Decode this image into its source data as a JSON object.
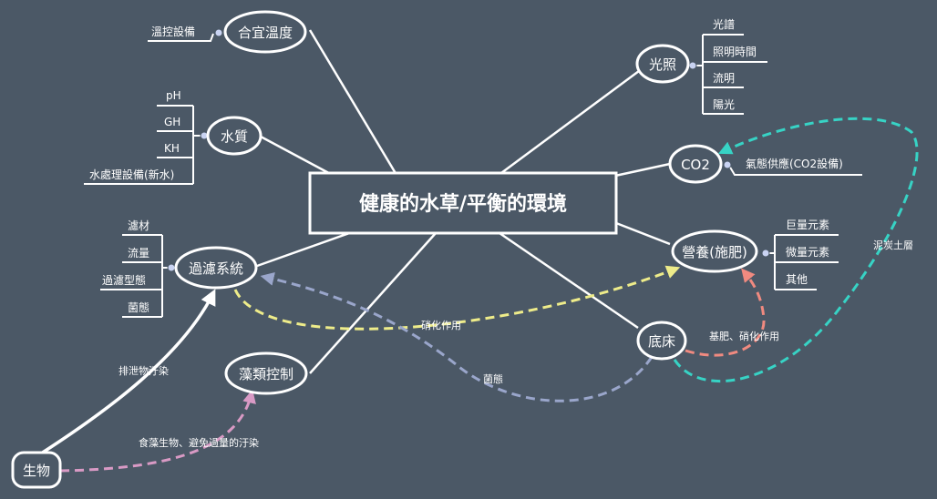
{
  "colors": {
    "background": "#4b5866",
    "line": "#ffffff",
    "connector_dot": "#c9d3f2",
    "arrow_yellow": "#eeec8a",
    "arrow_blue": "#9aa6cb",
    "arrow_teal": "#37d3c5",
    "arrow_salmon": "#f08a80",
    "arrow_pink": "#d99ac5"
  },
  "central": "健康的水草/平衡的環境",
  "topics": {
    "temperature": "合宜溫度",
    "water": "水質",
    "filter": "過濾系統",
    "algae": "藻類控制",
    "organisms": "生物",
    "light": "光照",
    "co2": "CO2",
    "nutrition": "營養(施肥)",
    "substrate": "底床"
  },
  "subtopics": {
    "temperature": [
      "溫控設備"
    ],
    "water": [
      "pH",
      "GH",
      "KH",
      "水處理設備(新水)"
    ],
    "filter": [
      "濾材",
      "流量",
      "過濾型態",
      "菌態"
    ],
    "light": [
      "光譜",
      "照明時間",
      "流明",
      "陽光"
    ],
    "co2": [
      "氣態供應(CO2設備)"
    ],
    "nutrition": [
      "巨量元素",
      "微量元素",
      "其他"
    ]
  },
  "relations": {
    "waste": "排泄物汙染",
    "nitrification": "硝化作用",
    "bacteria": "菌態",
    "base_fertilizer": "基肥、硝化作用",
    "peat_soil": "泥炭土層",
    "algae_eaters": "食藻生物、避免過量的汙染"
  }
}
